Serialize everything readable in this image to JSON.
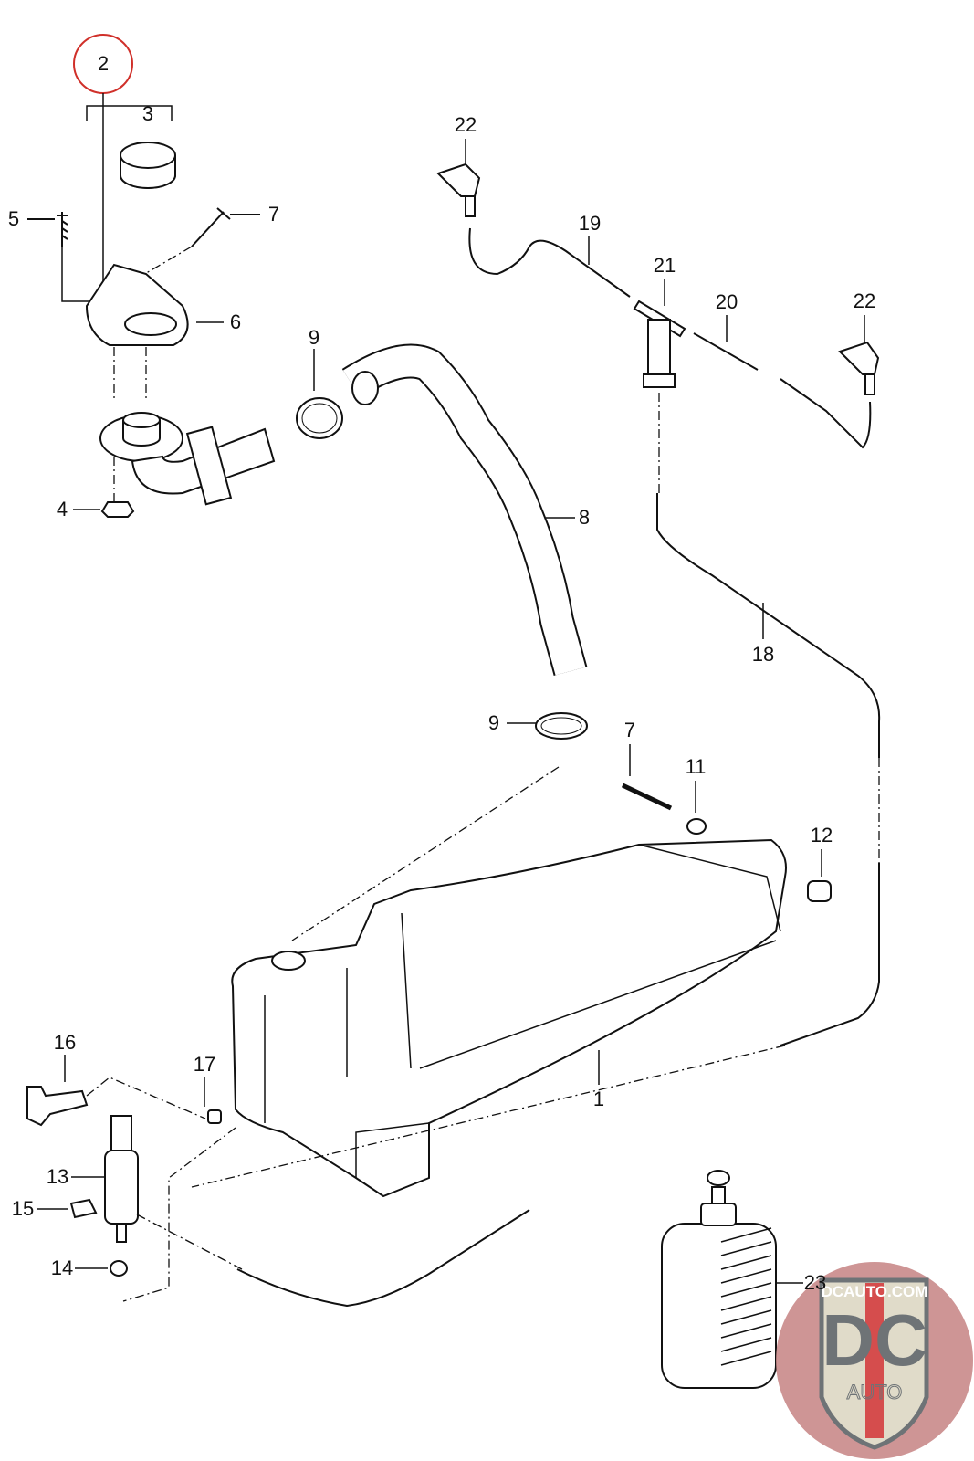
{
  "diagram": {
    "callouts": [
      {
        "id": "2",
        "highlighted": true
      },
      {
        "id": "3"
      },
      {
        "id": "5"
      },
      {
        "id": "7"
      },
      {
        "id": "6"
      },
      {
        "id": "9"
      },
      {
        "id": "4"
      },
      {
        "id": "8"
      },
      {
        "id": "22"
      },
      {
        "id": "19"
      },
      {
        "id": "21"
      },
      {
        "id": "20"
      },
      {
        "id": "22"
      },
      {
        "id": "18"
      },
      {
        "id": "9"
      },
      {
        "id": "7"
      },
      {
        "id": "11"
      },
      {
        "id": "12"
      },
      {
        "id": "1"
      },
      {
        "id": "16"
      },
      {
        "id": "17"
      },
      {
        "id": "13"
      },
      {
        "id": "15"
      },
      {
        "id": "14"
      },
      {
        "id": "23"
      }
    ],
    "highlight_color": "#d0302a"
  },
  "watermark": {
    "text_top": "DCAUTO.COM",
    "text_main": "DC",
    "text_sub": "AUTO",
    "colors": {
      "circle": "#c98a8a",
      "shield": "#ddd8c4",
      "letters": "#5f6468",
      "stripe": "#d13a3a"
    }
  }
}
